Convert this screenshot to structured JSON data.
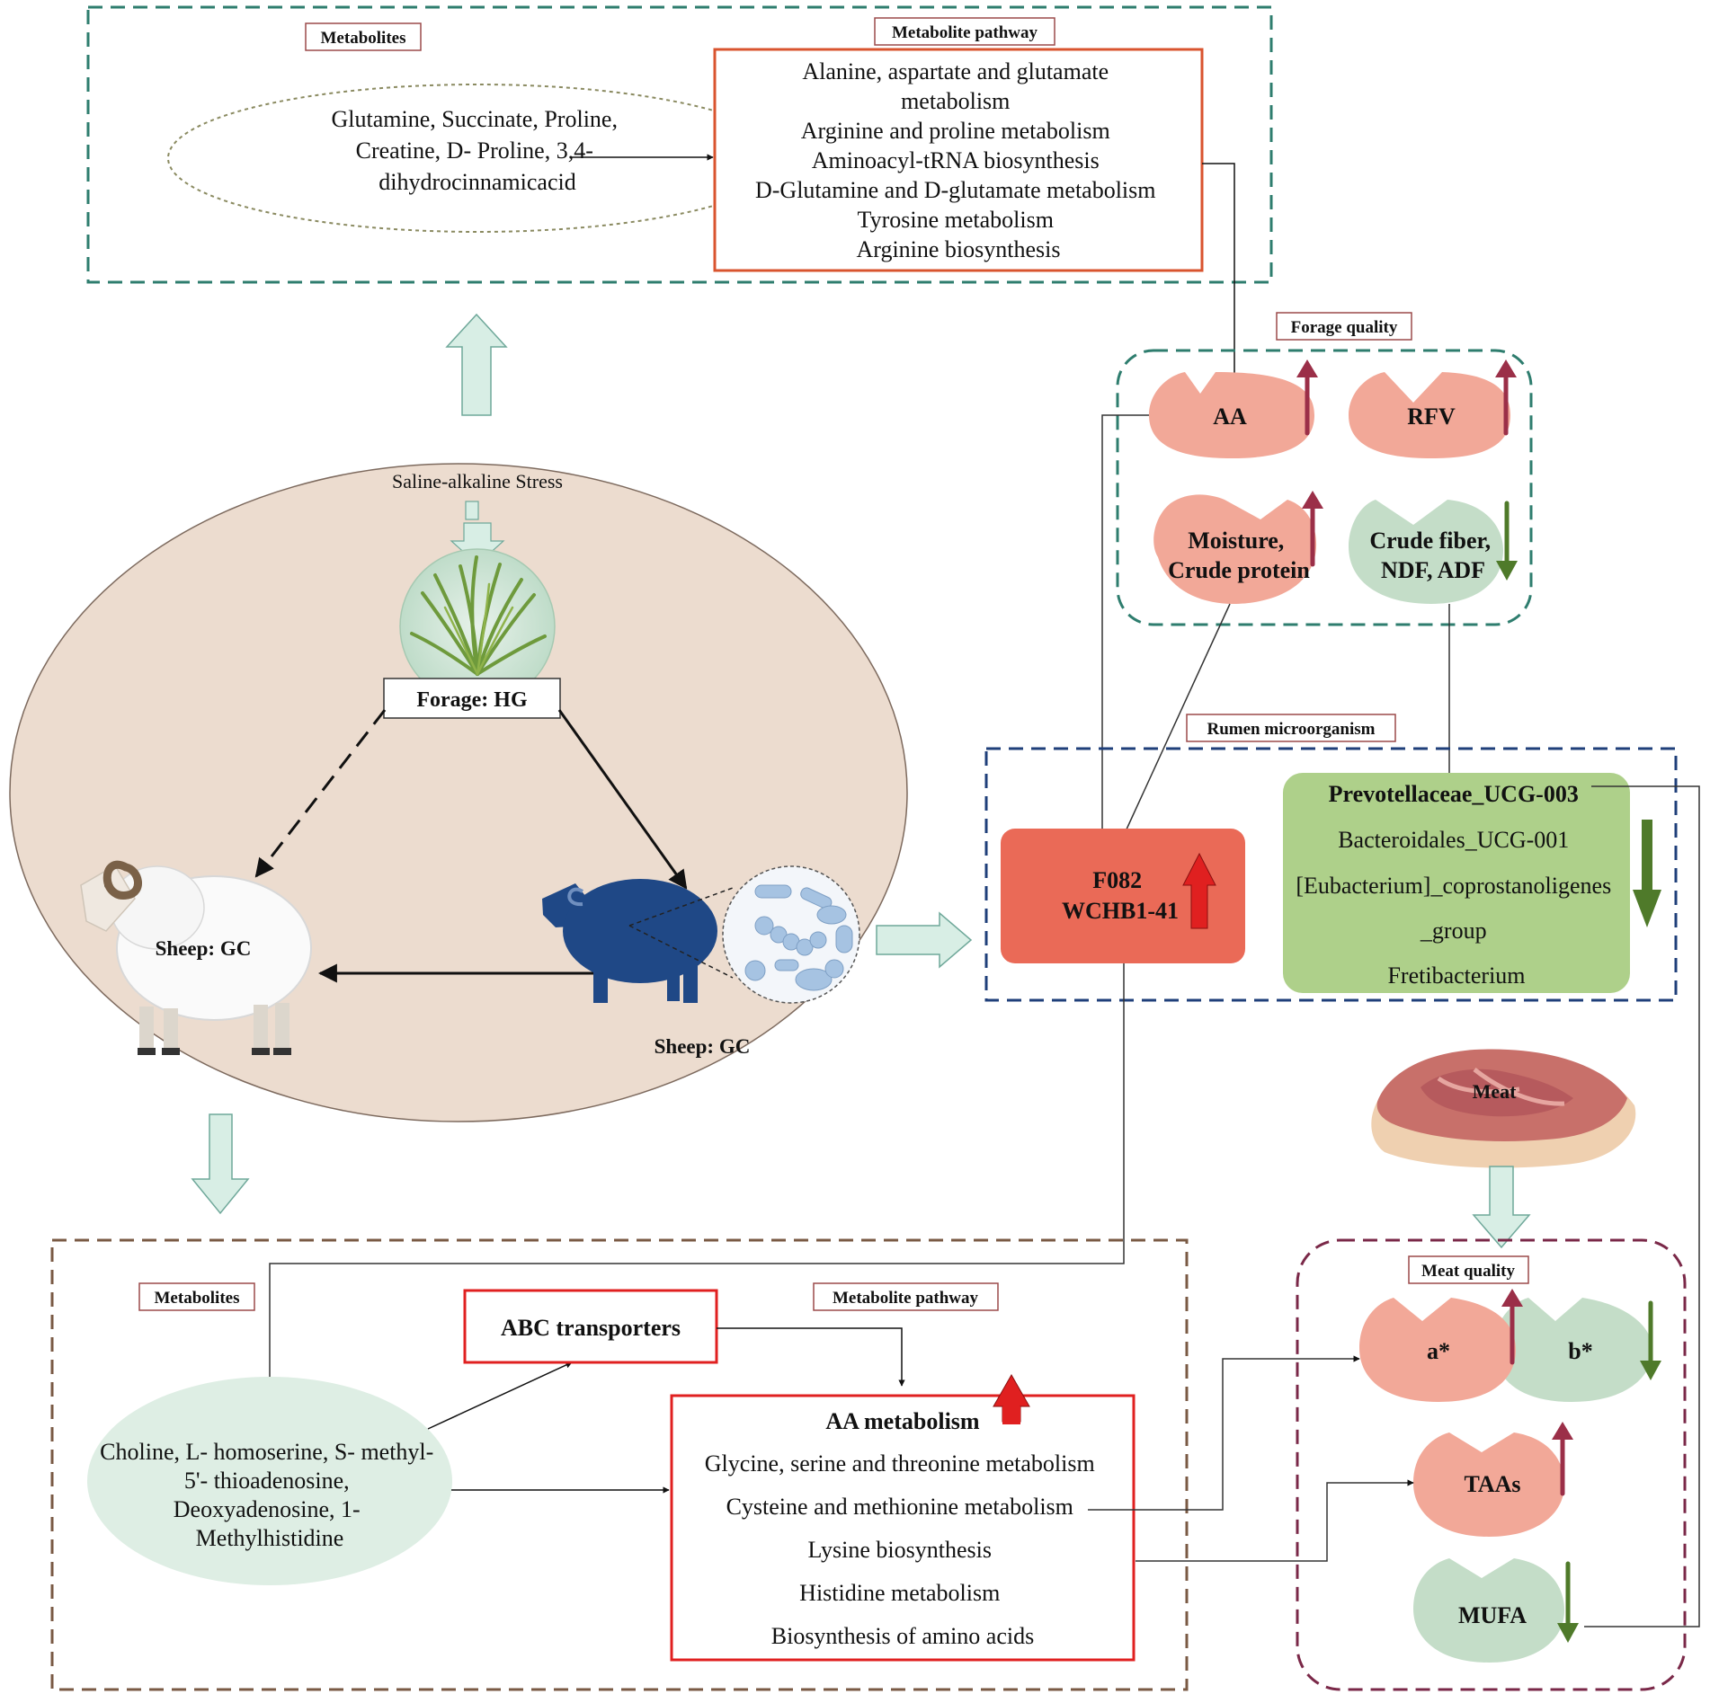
{
  "top": {
    "metabolites_tag": "Metabolites",
    "metabolites_lines": [
      "Glutamine, Succinate, Proline,",
      "Creatine, D- Proline, 3,4-",
      "dihydrocinnamicacid"
    ],
    "pathway_tag": "Metabolite pathway",
    "pathway_lines": [
      "Alanine, aspartate and glutamate",
      "metabolism",
      "Arginine and proline metabolism",
      "Aminoacyl-tRNA biosynthesis",
      "D-Glutamine and D-glutamate metabolism",
      "Tyrosine metabolism",
      "Arginine biosynthesis"
    ]
  },
  "center": {
    "stress_label": "Saline-alkaline Stress",
    "forage_label": "Forage: HG",
    "sheep_left_label": "Sheep: GC",
    "sheep_right_label": "Sheep: GC"
  },
  "forage_quality": {
    "tag": "Forage quality",
    "items": [
      {
        "lines": [
          "AA"
        ],
        "trend": "up"
      },
      {
        "lines": [
          "RFV"
        ],
        "trend": "up"
      },
      {
        "lines": [
          "Moisture,",
          "Crude protein"
        ],
        "trend": "up"
      },
      {
        "lines": [
          "Crude fiber,",
          "NDF, ADF"
        ],
        "trend": "down"
      }
    ]
  },
  "rumen": {
    "tag": "Rumen microorganism",
    "up_lines": [
      "F082",
      "WCHB1-41"
    ],
    "down_lines": [
      "Prevotellaceae_UCG-003",
      "Bacteroidales_UCG-001",
      "[Eubacterium]_coprostanoligenes",
      "_group",
      "Fretibacterium"
    ]
  },
  "meat": {
    "label": "Meat",
    "tag": "Meat quality",
    "items": [
      {
        "label": "a*",
        "trend": "up"
      },
      {
        "label": "b*",
        "trend": "down"
      },
      {
        "label": "TAAs",
        "trend": "up"
      },
      {
        "label": "MUFA",
        "trend": "down"
      }
    ]
  },
  "bottom": {
    "metabolites_tag": "Metabolites",
    "metabolites_lines": [
      "Choline, L- homoserine, S- methyl-",
      "5'- thioadenosine,",
      "Deoxyadenosine, 1-",
      "Methylhistidine"
    ],
    "abc_label": "ABC transporters",
    "pathway_tag": "Metabolite pathway",
    "pathway_title": "AA metabolism",
    "pathway_lines": [
      "Glycine, serine and threonine metabolism",
      "Cysteine and methionine metabolism",
      "Lysine biosynthesis",
      "Histidine metabolism",
      "Biosynthesis of amino acids"
    ]
  },
  "colors": {
    "teal_dash": "#2e7d6e",
    "navy_dash": "#1f3f7a",
    "brown_dash": "#7a5a44",
    "maroon_dash": "#7a2848",
    "salmon": "#f2a898",
    "mint": "#c4ddc8",
    "red_box": "#ea6a57",
    "green_box": "#aed08a",
    "up_arrow": "#9b2f48",
    "down_arrow": "#4f7a2a",
    "red_arrow": "#e02020",
    "pale_arrow": "#d8eee5"
  }
}
